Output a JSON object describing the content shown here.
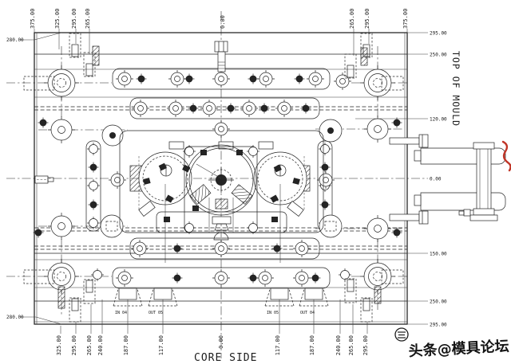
{
  "drawing": {
    "bottom_caption": "CORE SIDE",
    "right_caption": "TOP OF MOULD",
    "watermark": "头条@模具论坛"
  },
  "dims": {
    "left": [
      "280.00",
      "280.00"
    ],
    "top": [
      "375.00",
      "325.00",
      "295.00",
      "265.00",
      "0.00",
      "265.00",
      "295.00",
      "375.00"
    ],
    "right": [
      "295.00",
      "250.00",
      "120.00",
      "0.00",
      "150.00",
      "250.00",
      "295.00"
    ],
    "bottom": [
      "325.00",
      "295.00",
      "265.00",
      "240.00",
      "187.00",
      "117.00",
      "0.00",
      "117.00",
      "187.00",
      "240.00",
      "265.00",
      "295.00"
    ],
    "cooling": [
      "IN 04",
      "OUT 05",
      "IN 05",
      "OUT 04"
    ]
  }
}
